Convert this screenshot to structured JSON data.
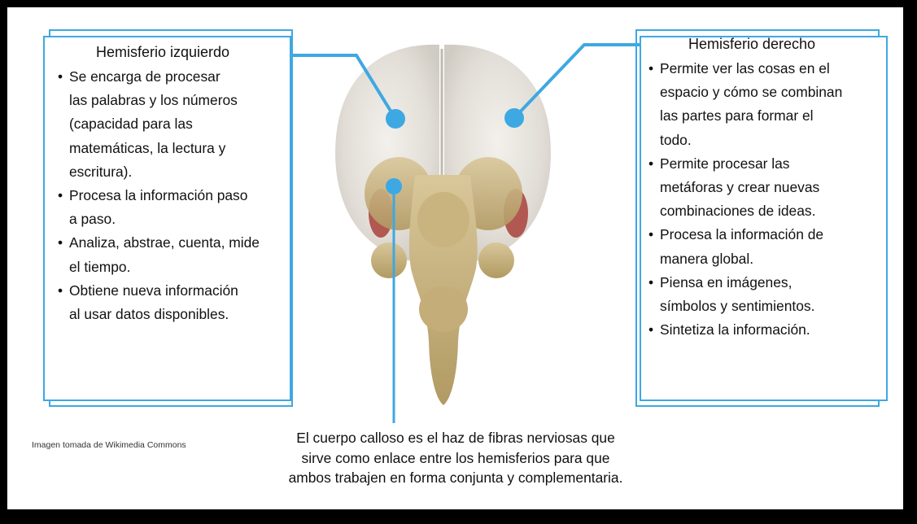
{
  "left_panel": {
    "title": "Hemisferio izquierdo",
    "items": [
      "Se encarga de procesar\nlas palabras y los números\n(capacidad para las\nmatemáticas, la lectura y\nescritura).",
      "Procesa la información paso\na paso.",
      "Analiza, abstrae, cuenta, mide\nel tiempo.",
      "Obtiene nueva información\nal usar datos disponibles."
    ]
  },
  "right_panel": {
    "title": "Hemisferio derecho",
    "items": [
      "Permite ver las cosas en el\nespacio y cómo se combinan\nlas partes para formar el\ntodo.",
      "Permite procesar las\nmetáforas y crear nuevas\ncombinaciones de ideas.",
      "Procesa la información de\nmanera global.",
      "Piensa en imágenes,\nsímbolos y sentimientos.",
      "Sintetiza la información."
    ]
  },
  "credit": "Imagen tomada de Wikimedia Commons",
  "caption": "El cuerpo calloso es el haz de fibras nerviosas que\nsirve  como enlace entre los hemisferios para que\nambos trabajen en forma conjunta y complementaria.",
  "colors": {
    "accent": "#3ea8e2",
    "frame": "#000000",
    "text": "#111111"
  }
}
